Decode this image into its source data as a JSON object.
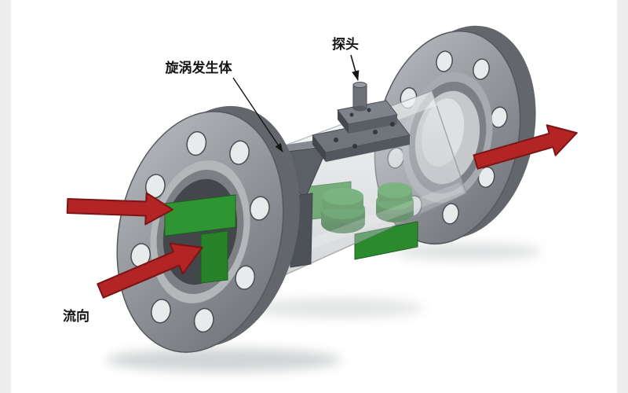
{
  "diagram": {
    "type": "technical-illustration",
    "subject": "vortex flowmeter cutaway 3D rendering",
    "labels": {
      "probe": "探头",
      "vortex_generator": "旋涡发生体",
      "flow_direction": "流向"
    },
    "colors": {
      "flange_gray": "#8d9196",
      "flange_dark": "#63676b",
      "tube_translucent": "#c4c8cc",
      "flow_arrow_red": "#b32424",
      "flow_green": "#2f9432",
      "sensor_gray": "#5b6067",
      "label_text": "#141414",
      "background": "#ffffff"
    }
  }
}
